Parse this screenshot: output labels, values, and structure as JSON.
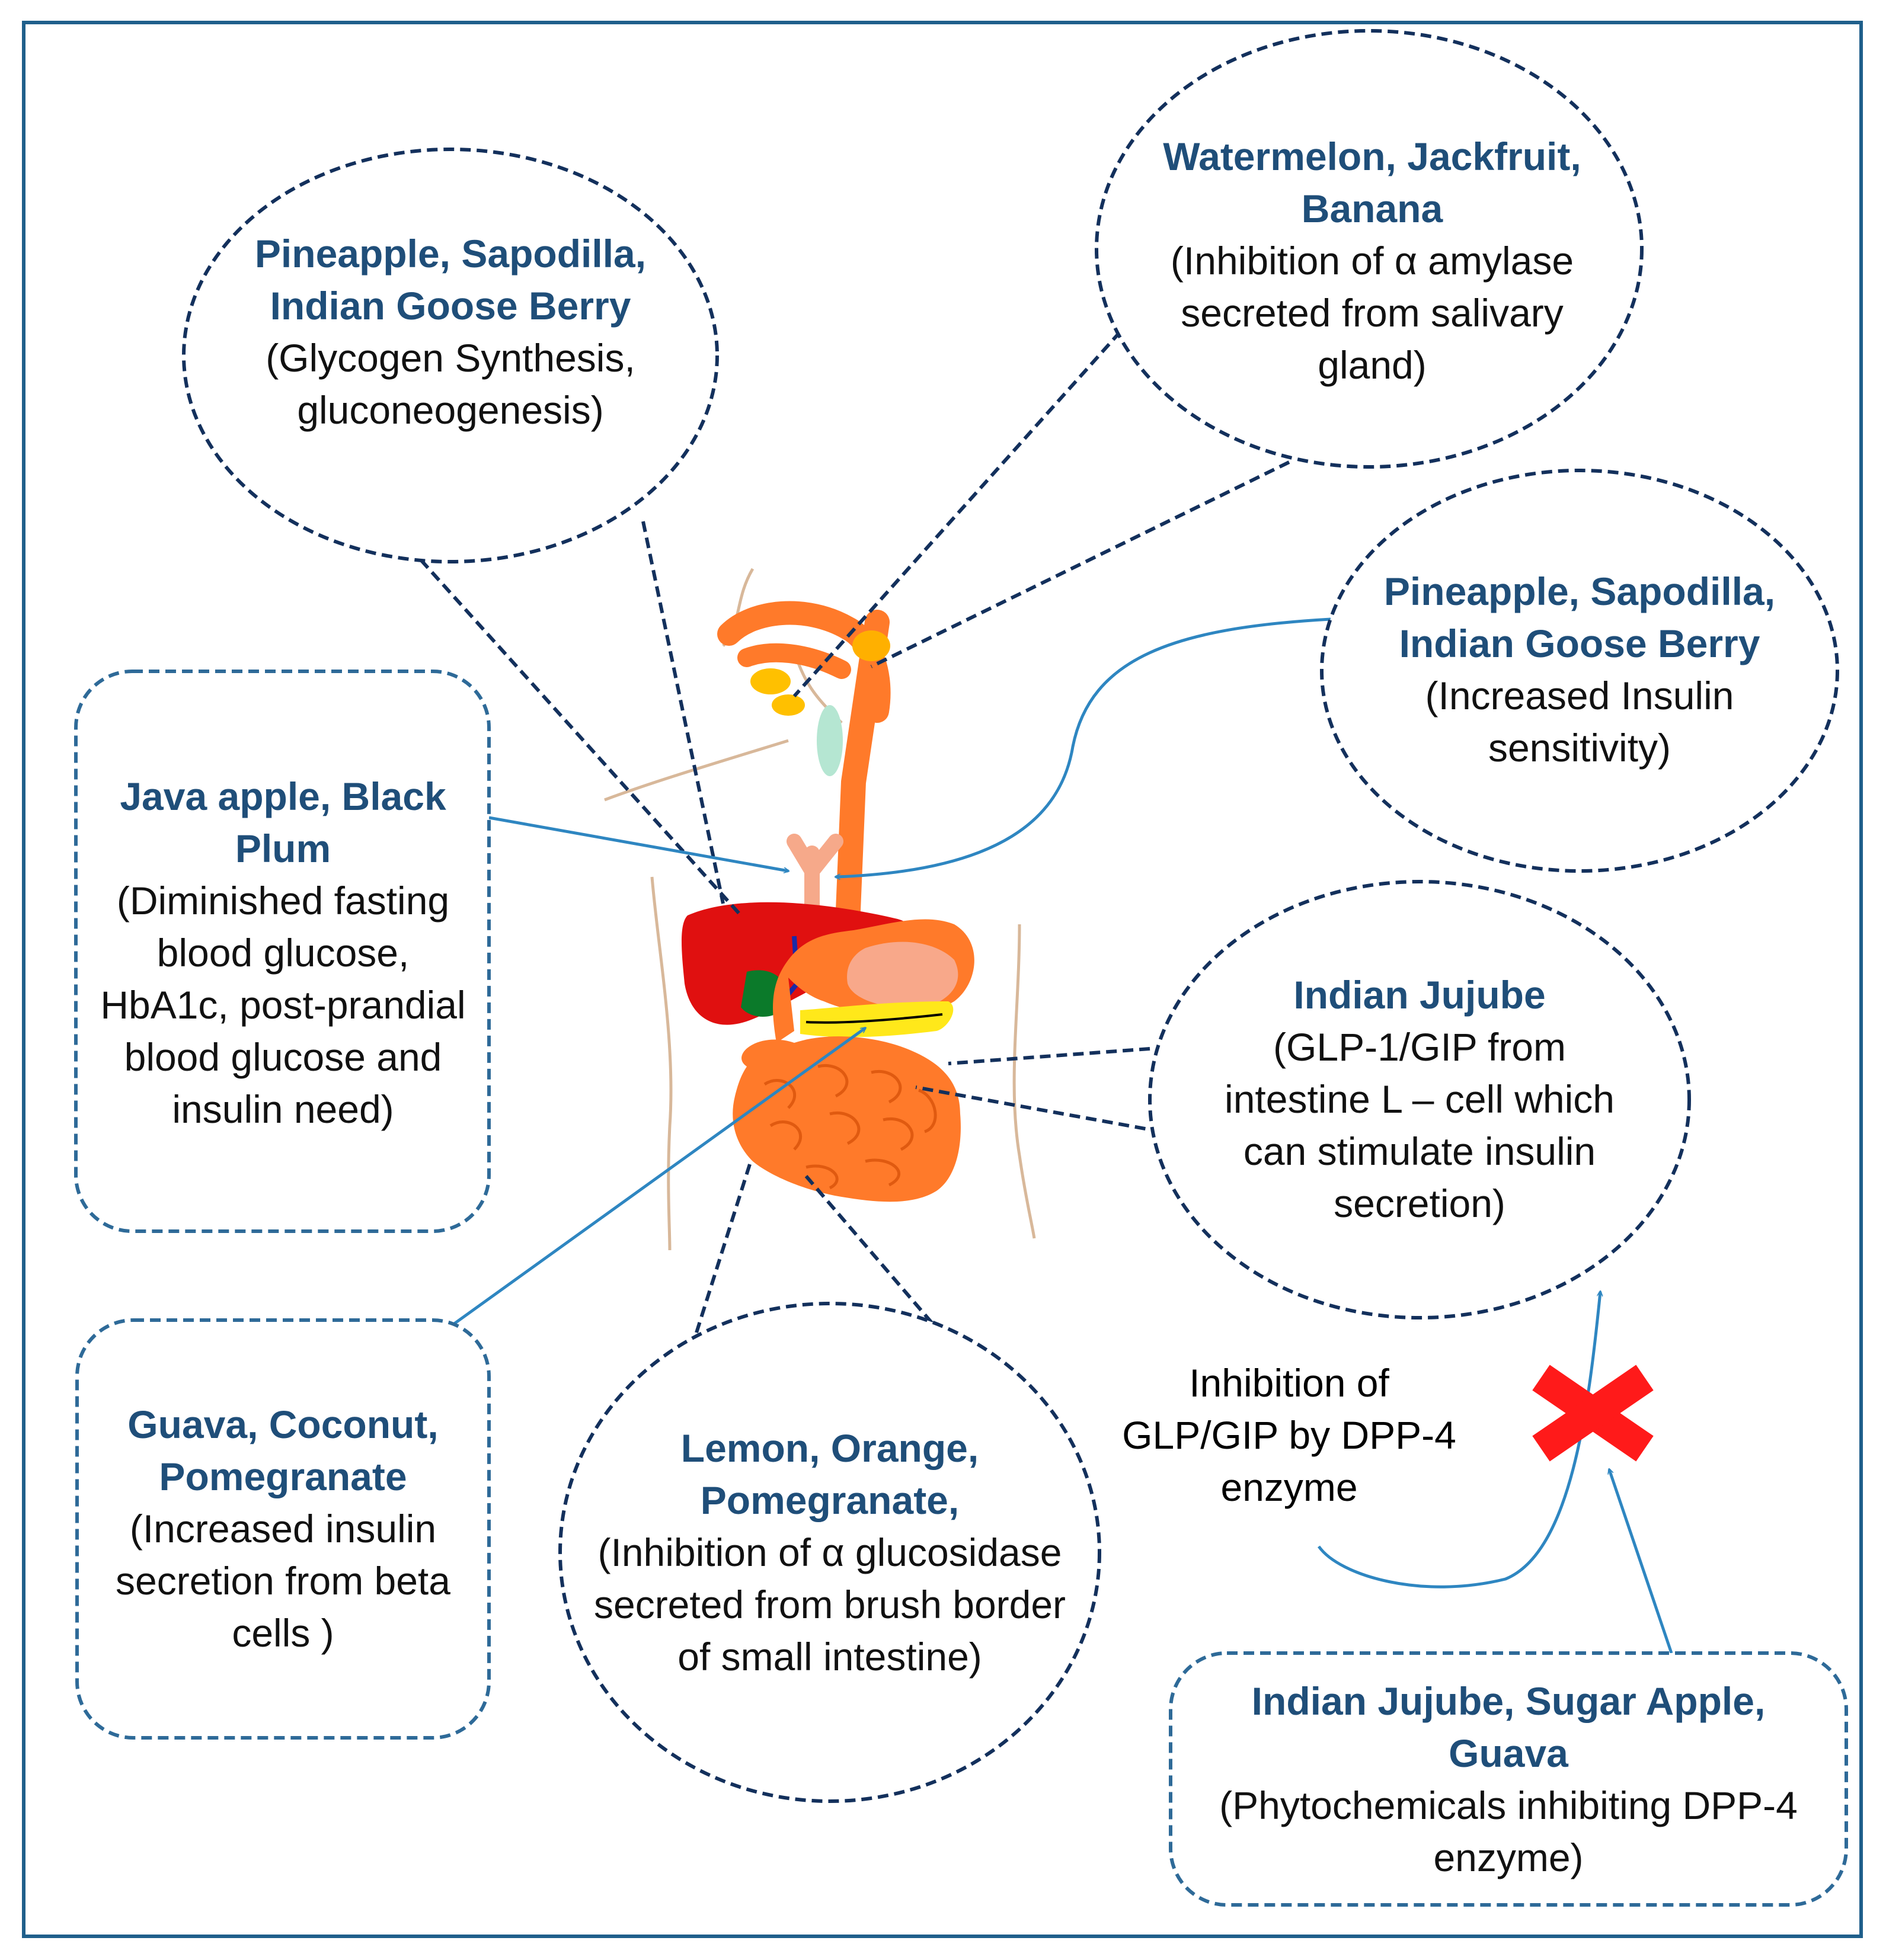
{
  "colors": {
    "frame": "#1f5f8b",
    "ellipse_border": "#13305c",
    "box_border": "#2e6a98",
    "title": "#1f4e79",
    "arrow": "#2e86c1",
    "cross": "#ff1a1a",
    "organ_orange": "#ff7a2a",
    "liver_red": "#e01010"
  },
  "nodes": {
    "liver": {
      "title": "Pineapple, Sapodilla, Indian Goose Berry",
      "desc": "(Glycogen Synthesis, gluconeogenesis)"
    },
    "salivary": {
      "title": "Watermelon, Jackfruit, Banana",
      "desc": "(Inhibition of α amylase secreted from salivary gland)"
    },
    "insulin_sensitivity": {
      "title": "Pineapple, Sapodilla, Indian Goose  Berry",
      "desc": "(Increased Insulin sensitivity)"
    },
    "fasting": {
      "title": "Java apple, Black Plum",
      "desc": "(Diminished fasting  blood glucose, HbA1c, post-prandial blood glucose and insulin need)"
    },
    "jujube": {
      "title": "Indian Jujube",
      "desc": "(GLP-1/GIP from intestine L – cell which can stimulate insulin secretion)"
    },
    "beta_cells": {
      "title": "Guava, Coconut, Pomegranate",
      "desc": "(Increased insulin secretion from beta cells )"
    },
    "glucosidase": {
      "title": "Lemon, Orange, Pomegranate,",
      "desc": "(Inhibition of α glucosidase secreted from brush border of small intestine)"
    },
    "dpp4": {
      "title": "Indian Jujube, Sugar Apple, Guava",
      "desc": "(Phytochemicals inhibiting DPP-4 enzyme)"
    }
  },
  "labels": {
    "dpp_inhibition": "Inhibition of GLP/GIP by DPP-4 enzyme"
  },
  "icons": {
    "cross": "red-x-icon",
    "body": "digestive-system-illustration"
  }
}
